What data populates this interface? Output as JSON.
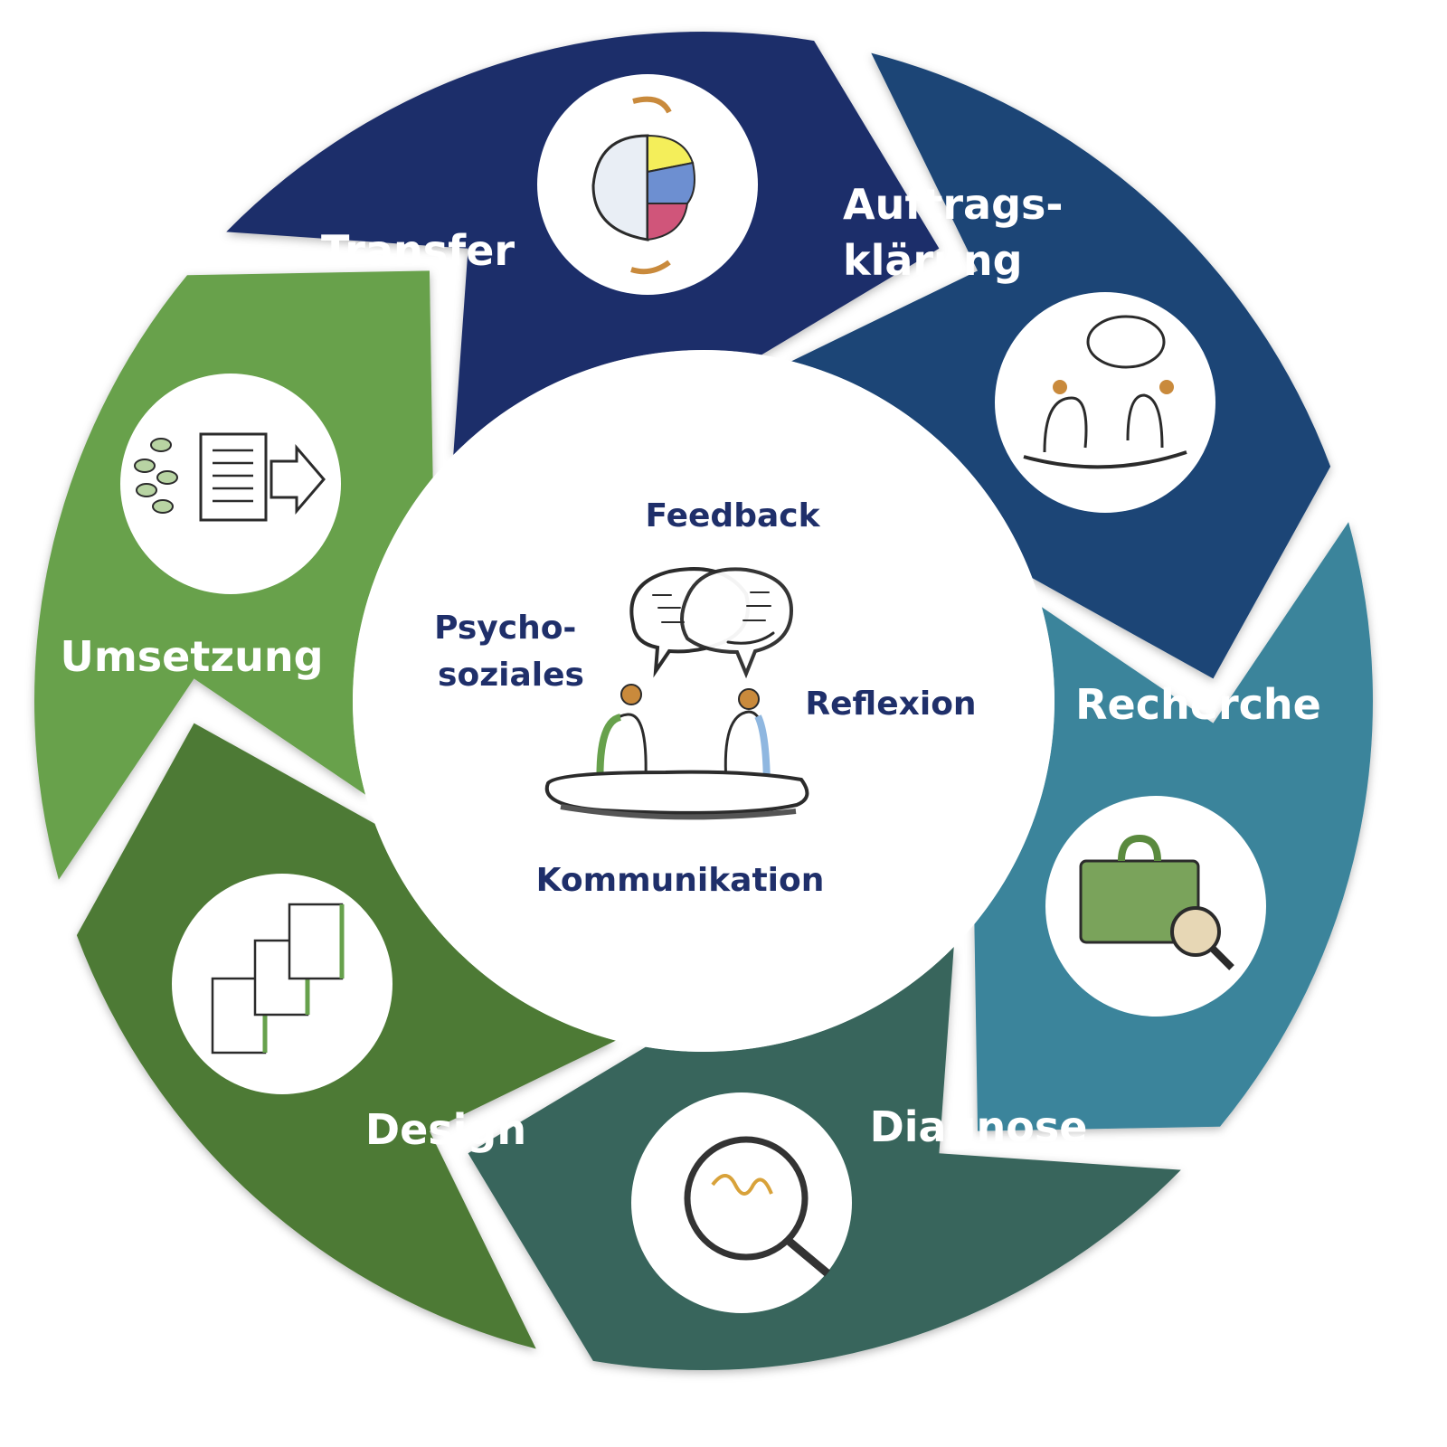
{
  "segments": [
    {
      "id": "auftrag",
      "lines": [
        "Auftrags-",
        "klärung"
      ],
      "color": "#1f2f6a",
      "icon": "meeting-icon"
    },
    {
      "id": "recherche",
      "lines": [
        "Recherche"
      ],
      "color": "#1a4576",
      "icon": "briefcase-search-icon"
    },
    {
      "id": "diagnose",
      "lines": [
        "Diagnose"
      ],
      "color": "#3a849b",
      "icon": "magnifier-icon"
    },
    {
      "id": "design",
      "lines": [
        "Design"
      ],
      "color": "#37655b",
      "icon": "documents-icon"
    },
    {
      "id": "umsetzung",
      "lines": [
        "Umsetzung"
      ],
      "color": "#4d7a35",
      "icon": "document-arrow-icon"
    },
    {
      "id": "transfer",
      "lines": [
        "Transfer"
      ],
      "color": "#67a14c",
      "icon": "brain-icon"
    }
  ],
  "center": {
    "feedback": "Feedback",
    "psychosoziales": [
      "Psycho-",
      "soziales"
    ],
    "reflexion": "Reflexion",
    "kommunikation": "Kommunikation",
    "text_color": "#1f2f6a",
    "icon": "conversation-icon"
  }
}
